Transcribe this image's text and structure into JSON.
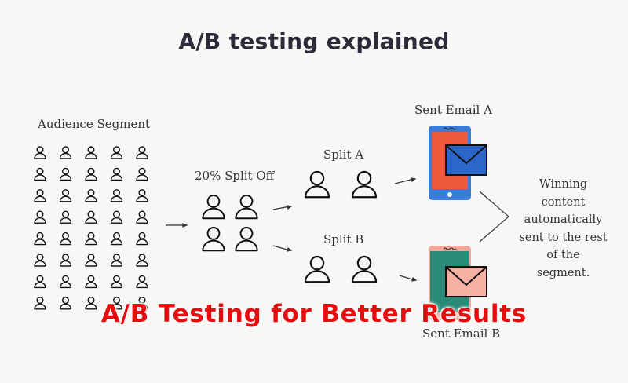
{
  "title": "A/B testing explained",
  "labels": {
    "audience": "Audience Segment",
    "split_off": "20% Split Off",
    "split_a": "Split A",
    "split_b": "Split B",
    "email_a": "Sent Email A",
    "email_b": "Sent Email B",
    "winning_lines": [
      "Winning",
      "content",
      "automatically",
      "sent to the rest",
      "of the",
      "segment."
    ]
  },
  "overlay_caption": "A/B Testing for Better Results",
  "audience_grid": {
    "rows": 8,
    "cols": 5
  },
  "icons": [
    "person-icon",
    "phone-icon",
    "envelope-icon",
    "arrow-icon"
  ],
  "colors": {
    "phone_a": "#f05a3c",
    "phone_a_frame": "#3a7bd5",
    "phone_b": "#2a8a78",
    "phone_b_frame": "#f2a598",
    "envelope_a": "#2a67c8",
    "envelope_b": "#f6b0a4",
    "caption": "#e50d0d"
  }
}
